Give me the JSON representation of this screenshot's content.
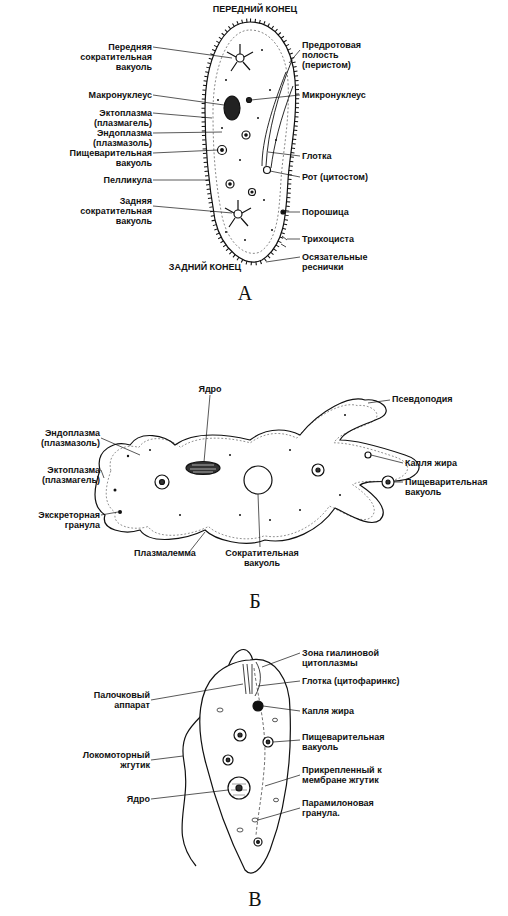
{
  "diagram": {
    "labels": [
      "ПЕРЕДНИЙ КОНЕЦ",
      "Передняя сократительная вакуоль",
      "Предротовая полость (перистом)",
      "Микронуклеус",
      "Макронуклеус",
      "Эктоплазма (плазмагель)",
      "Эндоплазма (плазмазоль)",
      "Пищеварительная вакуоль",
      "Глотка",
      "Пелликула",
      "Рот (цитостом)",
      "Задняя сократительная вакуоль",
      "Порошица",
      "Трихоциста",
      "ЗАДНИЙ КОНЕЦ",
      "Осязательные реснички",
      "А",
      "Ядро",
      "Псевдоподия",
      "Эндоплазма (плазмазоль)",
      "Капля жира",
      "Эктоплазма (плазмагель)",
      "Пищеварительная вакуоль",
      "Экскреторная гранула",
      "Плазмалемма",
      "Сократительная вакуоль",
      "Б",
      "Палочковый аппарат",
      "Зона гиалиновой цитоплазмы",
      "Глотка (цитофаринкс)",
      "Капля жира",
      "Пищеварительная вакуоль",
      "Локомоторный жгутик",
      "Прикрепленный к мембране жгутик",
      "Ядро",
      "Парамилоновая гранула.",
      "В"
    ]
  }
}
